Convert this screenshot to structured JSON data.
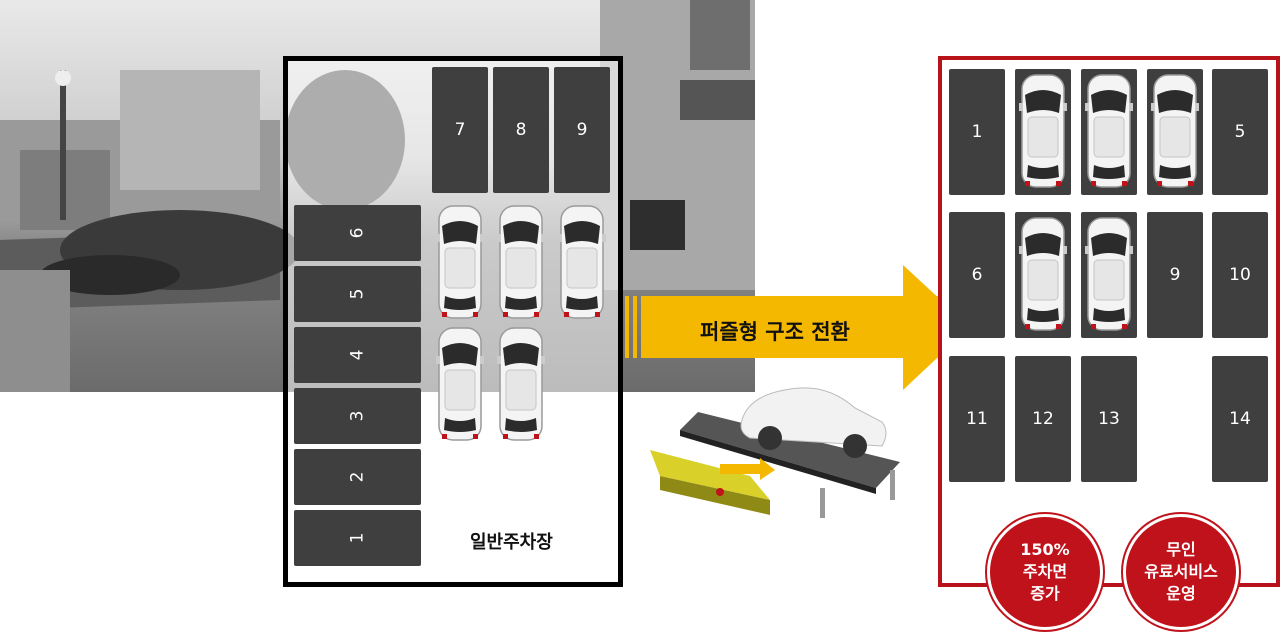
{
  "before_lot": {
    "label": "일반주차장",
    "vertical_slots": [
      "7",
      "8",
      "9"
    ],
    "horizontal_slots": [
      "6",
      "5",
      "4",
      "3",
      "2",
      "1"
    ]
  },
  "arrow": {
    "label": "퍼즐형 구조 전환",
    "color": "#f5b800"
  },
  "after_lot": {
    "border_color": "#b8121b",
    "slots": [
      "1",
      "5",
      "6",
      "9",
      "10",
      "11",
      "12",
      "13",
      "14"
    ]
  },
  "badges": [
    {
      "lines": [
        "150%",
        "주차면",
        "증가"
      ]
    },
    {
      "lines": [
        "무인",
        "유료서비스",
        "운영"
      ]
    }
  ]
}
